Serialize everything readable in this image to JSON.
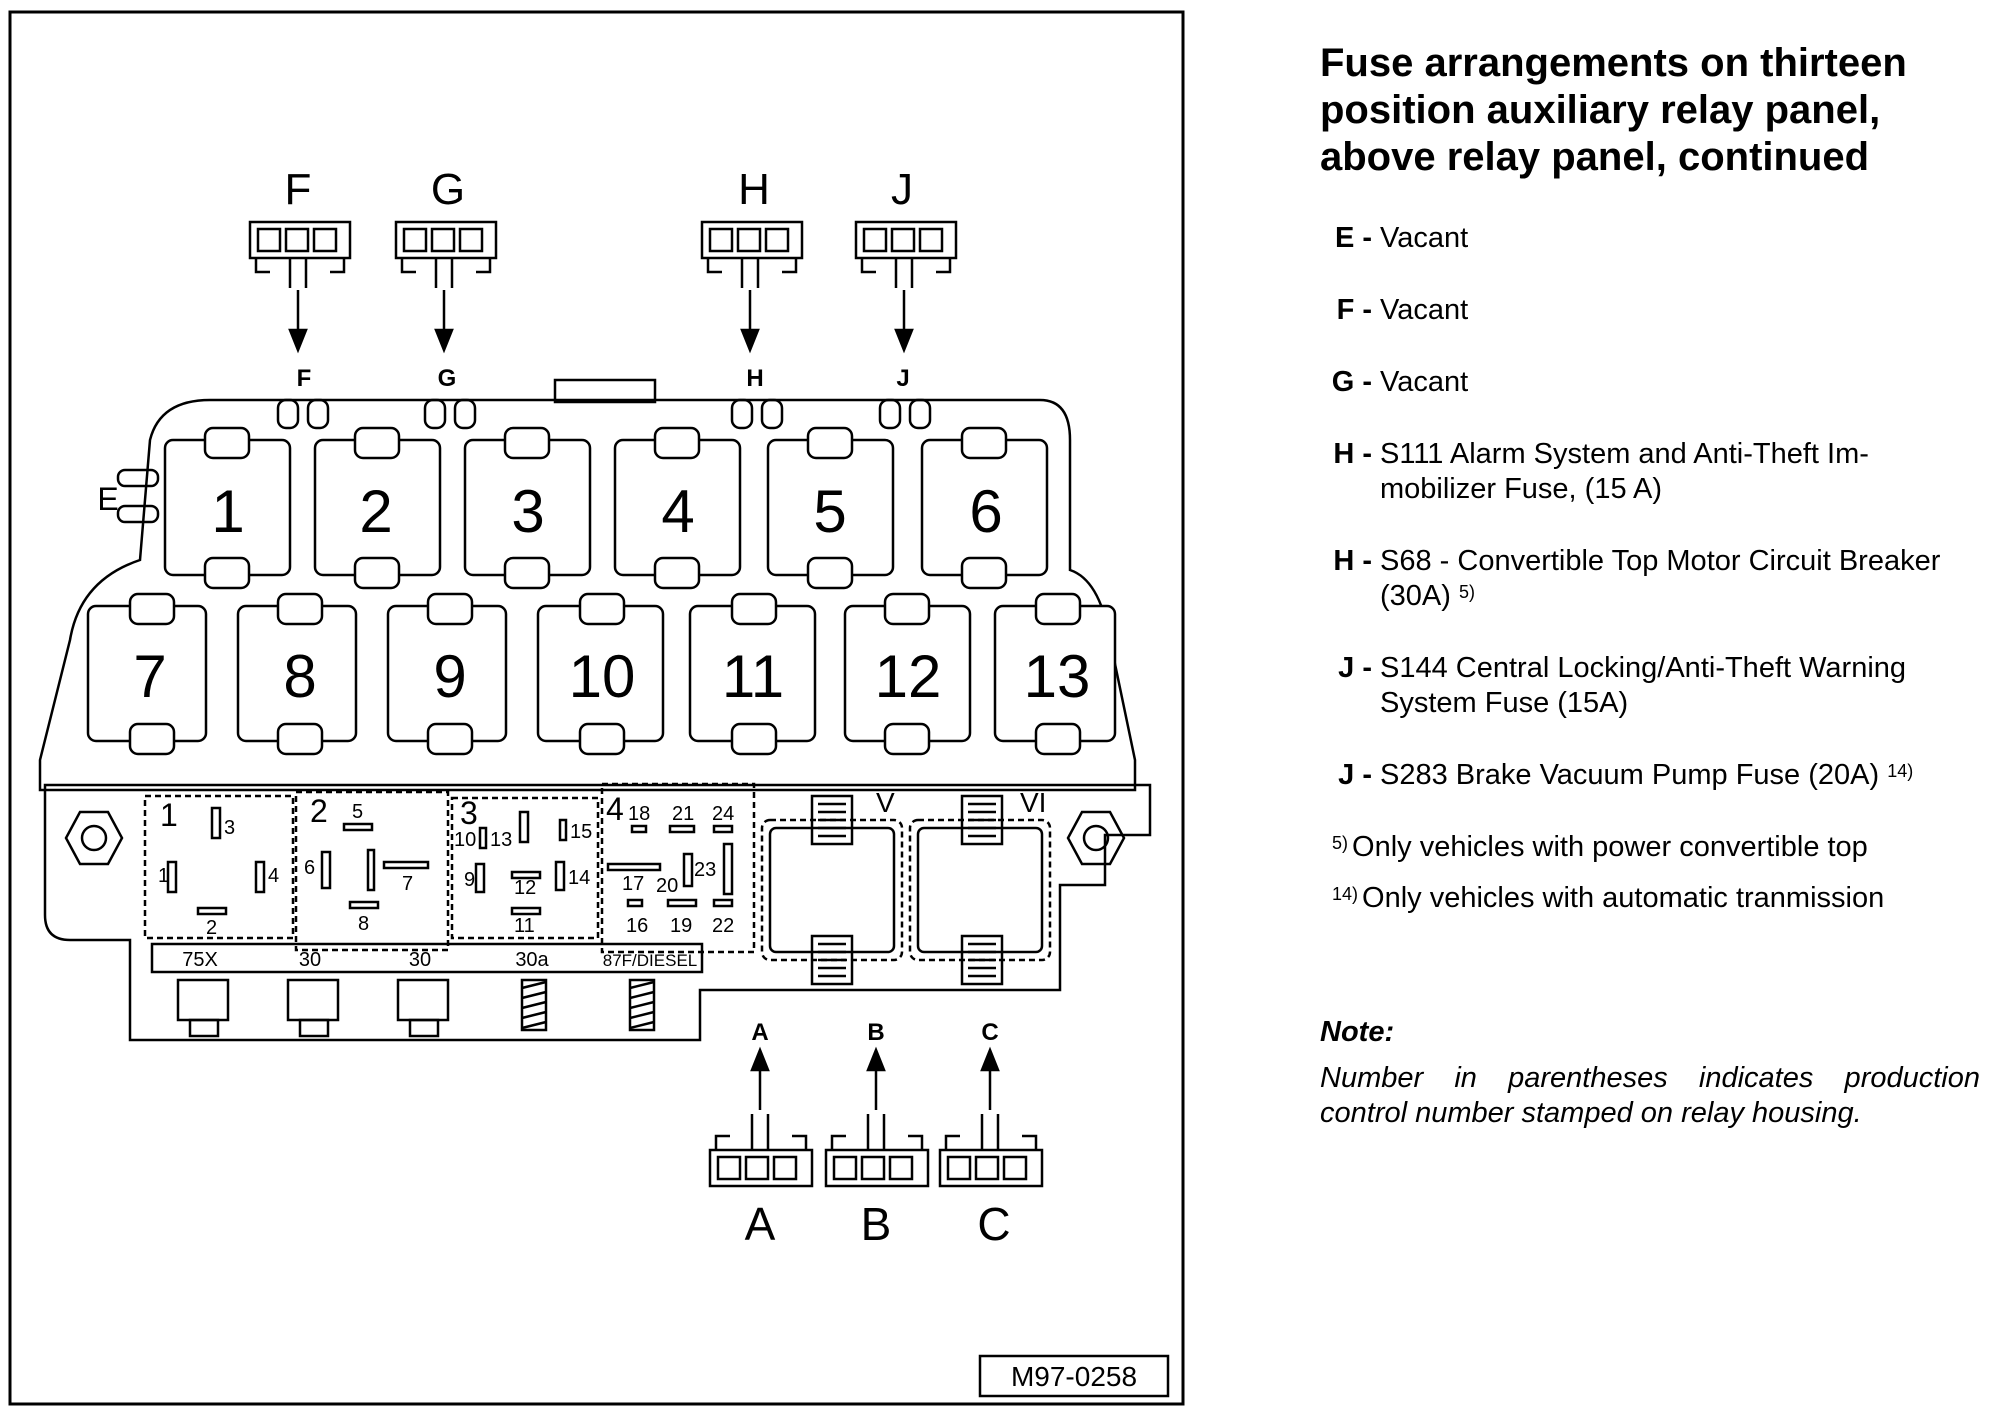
{
  "connectors_top": [
    "F",
    "G",
    "H",
    "J"
  ],
  "connectors_bottom": [
    "A",
    "B",
    "C"
  ],
  "side_label": "E",
  "positions_row1": [
    "1",
    "2",
    "3",
    "4",
    "5",
    "6"
  ],
  "positions_row2": [
    "7",
    "8",
    "9",
    "10",
    "11",
    "12",
    "13"
  ],
  "relay_blocks": [
    {
      "num": "1",
      "pins": [
        "3",
        "1",
        "4",
        "2"
      ]
    },
    {
      "num": "2",
      "pins": [
        "5",
        "6",
        "7",
        "8"
      ]
    },
    {
      "num": "3",
      "pins": [
        "10",
        "13",
        "15",
        "9",
        "14",
        "12",
        "11"
      ]
    },
    {
      "num": "4",
      "pins": [
        "18",
        "21",
        "24",
        "17",
        "20",
        "23",
        "16",
        "19",
        "22"
      ]
    }
  ],
  "sockets": [
    "V",
    "VI"
  ],
  "terminals": [
    "75X",
    "30",
    "30",
    "30a",
    "87F/DIESEL"
  ],
  "figure_code": "M97-0258",
  "title": "Fuse arrangements on thirteen position auxiliary relay panel, above relay panel, continued",
  "items": [
    {
      "letter": "E -",
      "text": "Vacant"
    },
    {
      "letter": "F -",
      "text": "Vacant"
    },
    {
      "letter": "G -",
      "text": "Vacant"
    },
    {
      "letter": "H -",
      "text": "S111 Alarm System and Anti-Theft Im-mobilizer Fuse, (15 A)"
    },
    {
      "letter": "H -",
      "text": "S68 - Convertible Top Motor Circuit Breaker (30A)",
      "sup": "5)"
    },
    {
      "letter": "J -",
      "text": "S144 Central Locking/Anti-Theft Warning System Fuse (15A)"
    },
    {
      "letter": "J -",
      "text": "S283 Brake Vacuum Pump Fuse (20A)",
      "sup": "14)"
    }
  ],
  "footnotes": [
    {
      "mark": "5)",
      "text": "Only vehicles with power convertible top"
    },
    {
      "mark": "14)",
      "text": "Only vehicles with automatic tranmission"
    }
  ],
  "note_heading": "Note:",
  "note_text": "Number in parentheses indicates production control number stamped on relay housing.",
  "colors": {
    "line": "#000000",
    "background": "#ffffff"
  }
}
